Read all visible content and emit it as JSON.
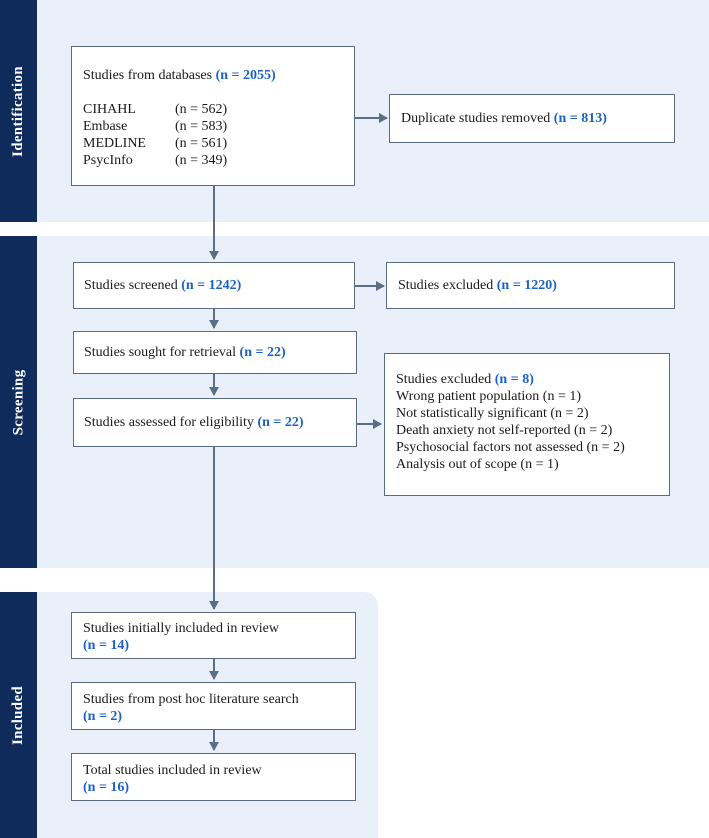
{
  "sections": {
    "identification": "Identification",
    "screening": "Screening",
    "included": "Included"
  },
  "identification": {
    "databases": {
      "label": "Studies from databases ",
      "count": "(n = 2055)"
    },
    "sources": [
      {
        "name": "CIHAHL",
        "count": "(n = 562)"
      },
      {
        "name": "Embase",
        "count": "(n = 583)"
      },
      {
        "name": "MEDLINE",
        "count": "(n = 561)"
      },
      {
        "name": "PsycInfo",
        "count": "(n = 349)"
      }
    ],
    "duplicates": {
      "label": "Duplicate studies removed ",
      "count": "(n = 813)"
    }
  },
  "screening": {
    "screened": {
      "label": "Studies screened ",
      "count": "(n = 1242)"
    },
    "excluded1": {
      "label": "Studies excluded ",
      "count": "(n = 1220)"
    },
    "sought": {
      "label": "Studies sought for retrieval ",
      "count": "(n = 22)"
    },
    "assessed": {
      "label": "Studies assessed for eligibility ",
      "count": "(n = 22)"
    },
    "excluded2": {
      "label": "Studies excluded ",
      "count": "(n = 8)",
      "reasons": [
        "Wrong patient population (n = 1)",
        "Not statistically significant (n = 2)",
        "Death anxiety not self-reported (n = 2)",
        "Psychosocial factors not assessed (n = 2)",
        "Analysis out of scope (n = 1)"
      ]
    }
  },
  "included": {
    "initial": {
      "label": "Studies initially included in review",
      "count": "(n = 14)"
    },
    "posthoc": {
      "label": "Studies from post hoc literature search",
      "count": "(n = 2)"
    },
    "total": {
      "label": "Total studies included in review",
      "count": "(n = 16)"
    }
  },
  "colors": {
    "panel": "#eaf0f9",
    "sidebar": "#0f2b5b",
    "highlight": "#1c62c4",
    "arrow": "#5a6e88"
  }
}
